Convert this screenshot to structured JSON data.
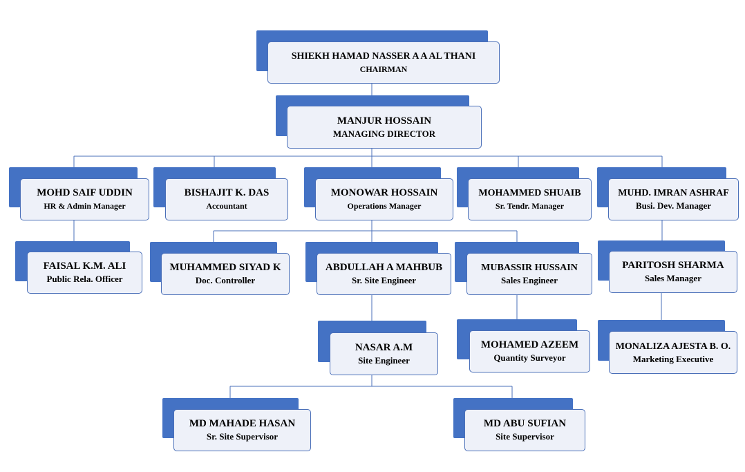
{
  "org_chart": {
    "chairman": {
      "name": "SHIEKH HAMAD NASSER A A AL THANI",
      "title": "CHAIRMAN"
    },
    "md": {
      "name": "MANJUR HOSSAIN",
      "title": "MANAGING  DIRECTOR"
    },
    "hr": {
      "name": "MOHD SAIF UDDIN",
      "title": "HR & Admin Manager"
    },
    "accountant": {
      "name": "BISHAJIT K. DAS",
      "title": "Accountant"
    },
    "ops": {
      "name": "MONOWAR HOSSAIN",
      "title": "Operations Manager"
    },
    "tender": {
      "name": "MOHAMMED SHUAIB",
      "title": "Sr. Tendr.  Manager"
    },
    "busdev": {
      "name": "MUHD. IMRAN ASHRAF",
      "title": "Busi. Dev. Manager"
    },
    "pro": {
      "name": "FAISAL K.M. ALI",
      "title": "Public Rela. Officer"
    },
    "doc": {
      "name": "MUHAMMED SIYAD K",
      "title": "Doc. Controller"
    },
    "sr_site_eng": {
      "name": "ABDULLAH A MAHBUB",
      "title": "Sr. Site Engineer"
    },
    "sales_eng": {
      "name": "MUBASSIR HUSSAIN",
      "title": "Sales Engineer"
    },
    "sales_mgr": {
      "name": "PARITOSH SHARMA",
      "title": "Sales Manager"
    },
    "site_eng": {
      "name": "NASAR A.M",
      "title": "Site Engineer"
    },
    "qs": {
      "name": "MOHAMED  AZEEM",
      "title": "Quantity Surveyor"
    },
    "mkt": {
      "name": "MONALIZA  AJESTA  B. O.",
      "title": "Marketing Executive"
    },
    "sr_supervisor": {
      "name": "MD MAHADE HASAN",
      "title": "Sr. Site Supervisor"
    },
    "supervisor": {
      "name": "MD ABU SUFIAN",
      "title": "Site Supervisor"
    }
  }
}
